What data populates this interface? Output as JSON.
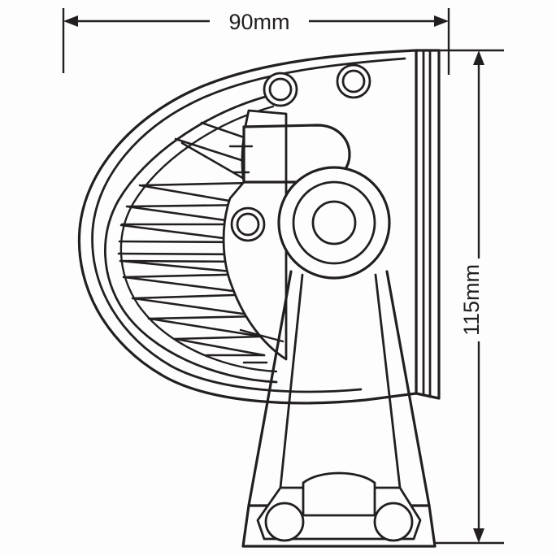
{
  "drawing": {
    "title": "LED Driving Light Side View Technical Drawing",
    "background_color": "#fdfdfd",
    "line_color": "#231f20"
  },
  "dimensions": {
    "width": {
      "label": "90mm",
      "value": 90,
      "unit": "mm",
      "orientation": "horizontal",
      "position": "top"
    },
    "height": {
      "label": "115mm",
      "value": 115,
      "unit": "mm",
      "orientation": "vertical",
      "position": "right"
    }
  },
  "parts": {
    "housing": "lamp-housing-outline",
    "reflector": "finned-reflector",
    "bulb": "bulb-capsule",
    "hub": "central-lens-hub",
    "lens": "front-lens-strip",
    "bracket": "mounting-bracket-stem",
    "foot": "mounting-foot-plate"
  },
  "features": {
    "top_bolt_holes": 2,
    "side_bolt_holes": 1,
    "foot_bolt_holes": 2,
    "hub_rings": 3,
    "reflector_fins": 14
  }
}
